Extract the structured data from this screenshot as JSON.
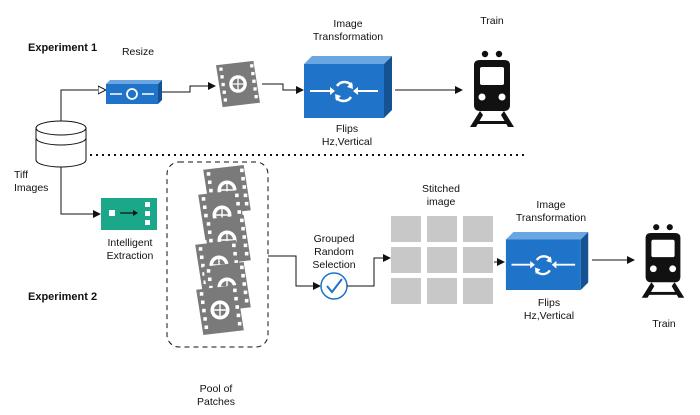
{
  "experiment1": {
    "title": "Experiment 1",
    "resize_label": "Resize",
    "transform_label": "Image\nTransformation",
    "flips_label": "Flips\nHz,Vertical",
    "train_label": "Train"
  },
  "source": {
    "label": "Tiff\nImages"
  },
  "experiment2": {
    "title": "Experiment 2",
    "extraction_label": "Intelligent\nExtraction",
    "pool_label": "Pool of\nPatches",
    "selection_label": "Grouped\nRandom\nSelection",
    "stitched_label": "Stitched\nimage",
    "transform_label": "Image\nTransformation",
    "flips_label": "Flips\nHz,Vertical",
    "train_label": "Train"
  },
  "colors": {
    "accent_blue": "#1f73c8",
    "chip_green": "#1aa78a",
    "patch_gray": "#7a7a7a",
    "grid_gray": "#c8c8c8"
  }
}
